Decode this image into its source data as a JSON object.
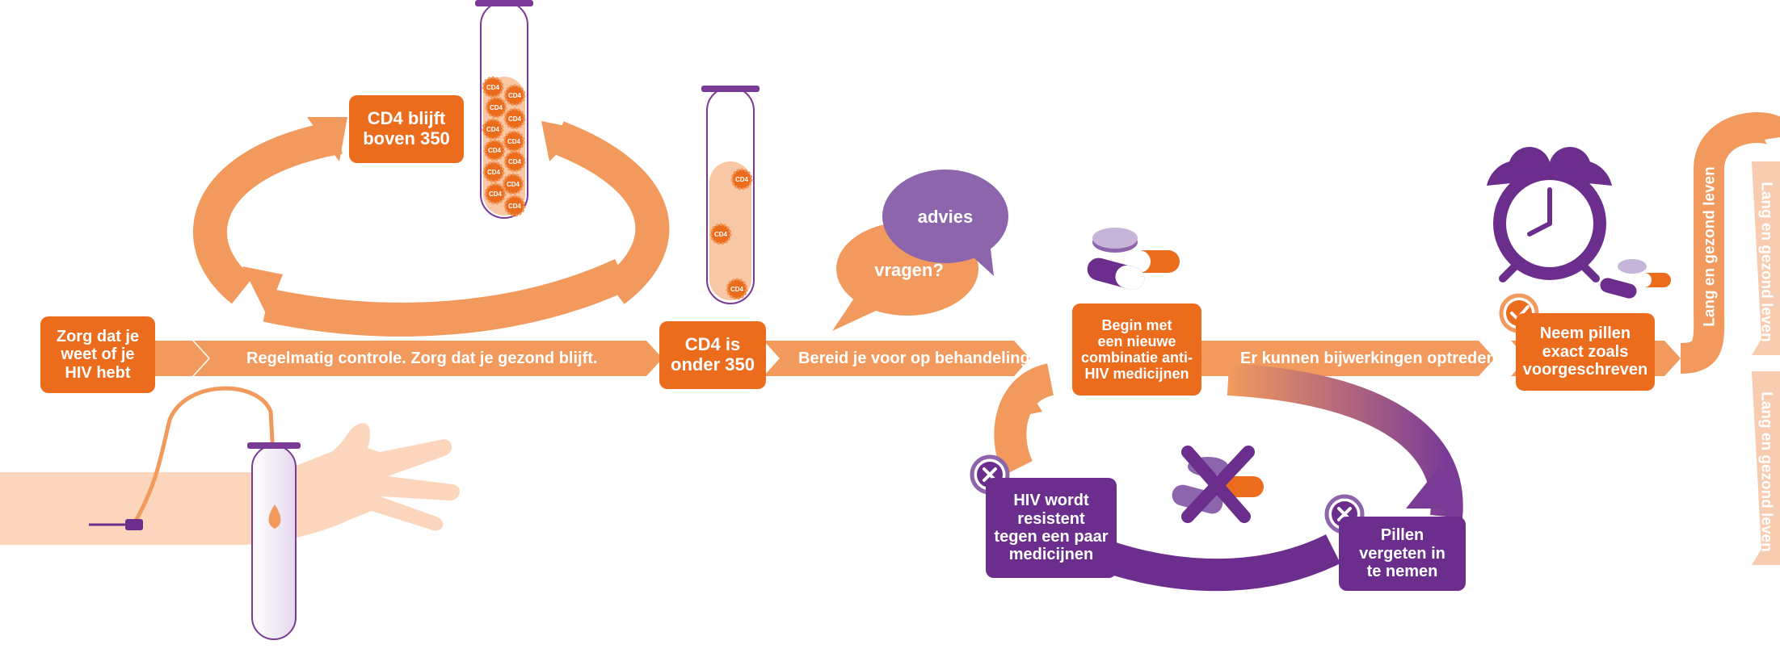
{
  "steps": {
    "start": "Zorg dat je\nweet of je\nHIV hebt",
    "monitor_label": "Regelmatig controle. Zorg dat je gezond blijft.",
    "cd4_above": "CD4 blijft\nboven 350",
    "cd4_below": "CD4 is\nonder 350",
    "prepare_label": "Bereid je voor op behandeling",
    "begin": "Begin met\neen nieuwe\ncombinatie anti-\nHIV medicijnen",
    "side_effects_label": "Er kunnen bijwerkingen optreden",
    "take_pills": "Neem pillen\nexact zoals\nvoorgeschreven",
    "resistant": "HIV wordt\nresistent\ntegen een paar\nmedicijnen",
    "forget": "Pillen\nvergeten in\nte nemen",
    "long_life": "Lang en gezond leven"
  },
  "bubbles": {
    "questions": "vragen?",
    "advice": "advies"
  },
  "tube_marker": "CD4",
  "colors": {
    "orange": "#ec6c1e",
    "light_orange": "#f29a5d",
    "purple": "#6b2e8c",
    "light_purple": "#8c65ad",
    "skin": "#fbd6bd"
  },
  "icons": [
    "syringe-icon",
    "test-tube-icon",
    "speech-bubble-icon",
    "pills-icon",
    "alarm-clock-icon",
    "check-icon",
    "cross-icon"
  ]
}
